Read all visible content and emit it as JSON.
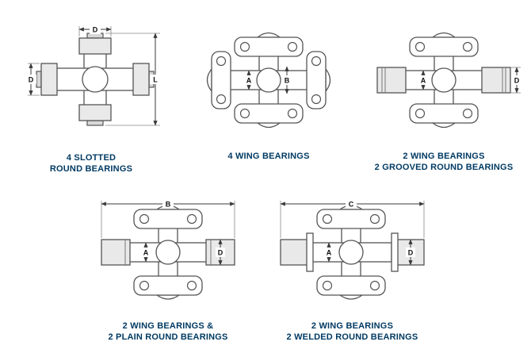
{
  "page": {
    "background": "#ffffff",
    "caption_color": "#003a63",
    "line_color": "#555555",
    "dim_color": "#3a3a3a"
  },
  "diagrams": {
    "d1": {
      "caption1": "4 SLOTTED",
      "caption2": "ROUND BEARINGS",
      "dims": {
        "top": "D",
        "left": "D",
        "right": "L"
      }
    },
    "d2": {
      "caption1": "4 WING BEARINGS",
      "caption2": "",
      "dims": {
        "a": "A",
        "b": "B"
      }
    },
    "d3": {
      "caption1": "2 WING BEARINGS",
      "caption2": "2 GROOVED ROUND BEARINGS",
      "dims": {
        "a": "A",
        "d": "D"
      }
    },
    "d4": {
      "caption1": "2 WING BEARINGS &",
      "caption2": "2 PLAIN ROUND BEARINGS",
      "dims": {
        "a": "A",
        "b": "B",
        "d": "D"
      }
    },
    "d5": {
      "caption1": "2 WING BEARINGS",
      "caption2": "2 WELDED ROUND BEARINGS",
      "dims": {
        "a": "A",
        "c": "C",
        "d": "D"
      }
    }
  }
}
